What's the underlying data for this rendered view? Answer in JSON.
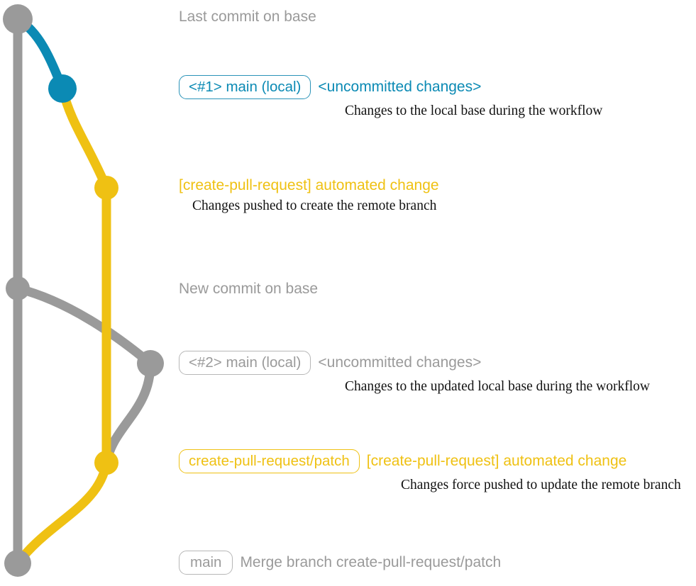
{
  "diagram": {
    "title": "create-pull-request workflow git graph",
    "colors": {
      "base_gray": "#9a9a9a",
      "local_teal": "#0b8ab4",
      "remote_yellow": "#efc113",
      "text_dark": "#111111",
      "background": "#ffffff"
    },
    "lanes": [
      {
        "name": "base",
        "color": "#9a9a9a"
      },
      {
        "name": "main-local",
        "color": "#0b8ab4"
      },
      {
        "name": "create-pull-request/patch",
        "color": "#efc113"
      }
    ]
  },
  "rows": [
    {
      "id": "last-commit-on-base",
      "badge": null,
      "subject": "Last commit on base",
      "subject_color": "gray",
      "description": null
    },
    {
      "id": "local-main-1",
      "badge": "<#1> main (local)",
      "badge_color": "teal",
      "subject": "<uncommitted changes>",
      "subject_color": "teal",
      "description": "Changes to the local base during the workflow"
    },
    {
      "id": "automated-change-1",
      "badge": null,
      "subject": "[create-pull-request] automated change",
      "subject_color": "yellow",
      "description": "Changes pushed to create the remote branch"
    },
    {
      "id": "new-commit-on-base",
      "badge": null,
      "subject": "New commit on base",
      "subject_color": "gray",
      "description": null
    },
    {
      "id": "local-main-2",
      "badge": "<#2> main (local)",
      "badge_color": "gray",
      "subject": "<uncommitted changes>",
      "subject_color": "gray",
      "description": "Changes to the updated local base during the workflow"
    },
    {
      "id": "automated-change-2",
      "badge": "create-pull-request/patch",
      "badge_color": "yellow",
      "subject": "[create-pull-request] automated change",
      "subject_color": "yellow",
      "description": "Changes force pushed to update the remote branch"
    },
    {
      "id": "merge-commit",
      "badge": "main",
      "badge_color": "gray",
      "subject": "Merge branch create-pull-request/patch",
      "subject_color": "gray",
      "description": null
    }
  ]
}
